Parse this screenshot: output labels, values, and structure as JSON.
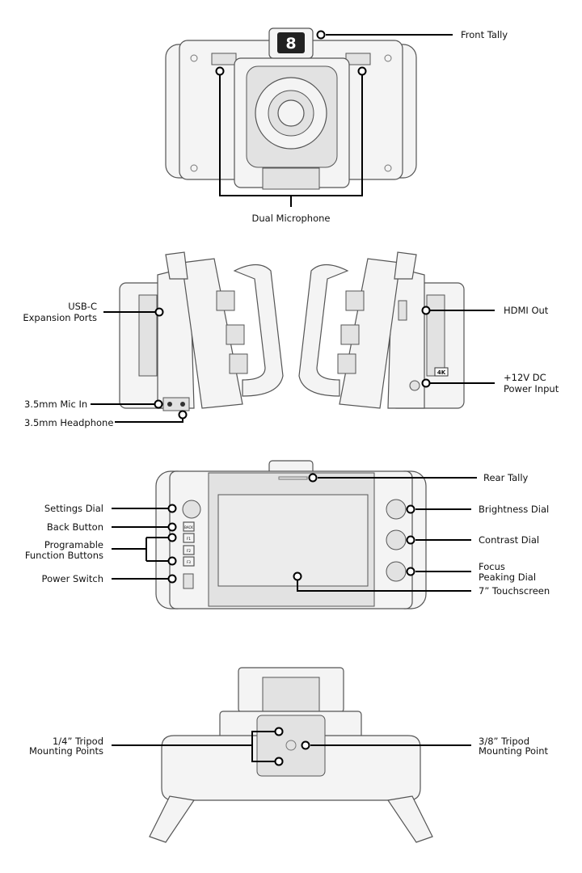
{
  "front": {
    "tally_number": "8",
    "labels": {
      "front_tally": "Front Tally",
      "dual_microphone": "Dual Microphone"
    }
  },
  "side": {
    "badge_4k": "4K",
    "labels": {
      "usbc_1": "USB-C",
      "usbc_2": "Expansion Ports",
      "mic_in": "3.5mm Mic In",
      "headphone": "3.5mm Headphone",
      "hdmi": "HDMI Out",
      "power_1": "+12V DC",
      "power_2": "Power Input"
    }
  },
  "rear": {
    "buttons": [
      "BACK",
      "F1",
      "F2",
      "F3"
    ],
    "labels": {
      "rear_tally": "Rear Tally",
      "settings_dial": "Settings Dial",
      "back_button": "Back Button",
      "function_1": "Programable",
      "function_2": "Function Buttons",
      "power_switch": "Power Switch",
      "brightness_dial": "Brightness Dial",
      "contrast_dial": "Contrast Dial",
      "focus_1": "Focus",
      "focus_2": "Peaking Dial",
      "touchscreen": "7” Touchscreen"
    }
  },
  "bottom": {
    "labels": {
      "quarter_1": "1/4” Tripod",
      "quarter_2": "Mounting Points",
      "three8_1": "3/8” Tripod",
      "three8_2": "Mounting Point"
    }
  }
}
